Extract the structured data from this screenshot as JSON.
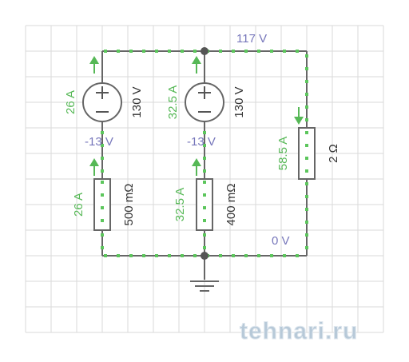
{
  "node_voltages": {
    "top": "117 V",
    "mid_left": "-13 V",
    "mid_center": "-13 V",
    "bottom": "0 V"
  },
  "sources": [
    {
      "current": "26 A",
      "voltage": "130 V"
    },
    {
      "current": "32.5 A",
      "voltage": "130 V"
    }
  ],
  "resistors": [
    {
      "current": "26 A",
      "value": "500 mΩ"
    },
    {
      "current": "32.5 A",
      "value": "400 mΩ"
    },
    {
      "current": "58.5 A",
      "value": "2 Ω"
    }
  ],
  "watermark": "tehnari.ru",
  "colors": {
    "wire": "#6c6c6c",
    "dash": "#5cc65c",
    "current_label": "#56b856",
    "voltage_label": "#7777bb",
    "value_label": "#333333",
    "grid": "#d9d9d9",
    "watermark": "#b7c9d8"
  },
  "icons": [
    "ground-icon",
    "current-arrow-icon"
  ]
}
